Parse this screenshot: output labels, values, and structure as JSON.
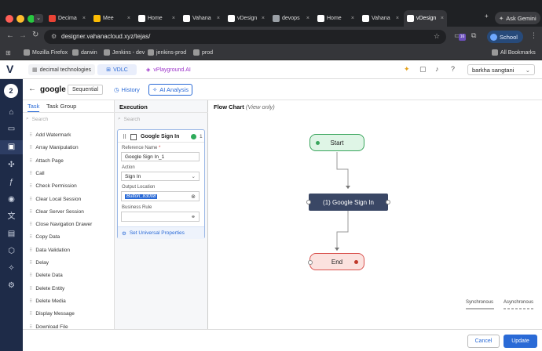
{
  "browser": {
    "tabs": [
      {
        "label": "Decima",
        "color": "#ea4335"
      },
      {
        "label": "Mee",
        "color": "#fbbc04"
      },
      {
        "label": "Home",
        "color": "#ffffff"
      },
      {
        "label": "Vahana",
        "color": "#ffffff"
      },
      {
        "label": "vDesign",
        "color": "#ffffff"
      },
      {
        "label": "devops",
        "color": "#9aa0a6"
      },
      {
        "label": "Home",
        "color": "#ffffff"
      },
      {
        "label": "Vahana",
        "color": "#ffffff"
      },
      {
        "label": "vDesign",
        "color": "#ffffff"
      }
    ],
    "active_tab_index": 8,
    "ask_gemini": "Ask Gemini",
    "url": "designer.vahanacloud.xyz/tejas/",
    "profile_label": "School",
    "bookmarks": [
      "Mozilla Firefox",
      "darwin",
      "Jenkins - dev",
      "jenkins-prod",
      "prod"
    ],
    "all_bookmarks": "All Bookmarks"
  },
  "app": {
    "org": "decimal technologies",
    "vdlc": "VDLC",
    "playground": "vPlayground.AI",
    "user": "barkha sangtani"
  },
  "subbar": {
    "step": "2",
    "title": "google",
    "mode": "Sequential",
    "history": "History",
    "ai_analysis": "AI Analysis"
  },
  "tasks": {
    "tab_task": "Task",
    "tab_group": "Task Group",
    "search_placeholder": "Search",
    "items": [
      "Add Watermark",
      "Array Manipulation",
      "Attach Page",
      "Call",
      "Check Permission",
      "Clear Local Session",
      "Clear Server Session",
      "Close Navigation Drawer",
      "Copy Data",
      "Data Validation",
      "Delay",
      "Delete Data",
      "Delete Entity",
      "Delete Media",
      "Display Message",
      "Download File"
    ]
  },
  "execution": {
    "title": "Execution",
    "search_placeholder": "Search",
    "card_title": "Google Sign In",
    "card_count": "1",
    "ref_label": "Reference Name",
    "ref_value": "Google Sign In_1",
    "action_label": "Action",
    "action_value": "Sign In",
    "output_label": "Output Location",
    "output_value": "Button_83008",
    "rule_label": "Business Rule",
    "rule_value": "",
    "universal": "Set Universal Properties"
  },
  "flow": {
    "title": "Flow Chart",
    "subtitle": "(View only)",
    "start": "Start",
    "task": "(1) Google Sign In",
    "end": "End",
    "legend_sync": "Synchronous",
    "legend_async": "Asynchronous"
  },
  "footer": {
    "cancel": "Cancel",
    "update": "Update"
  },
  "colors": {
    "nav": "#1e2b48",
    "accent": "#2a6ad6",
    "start_fill": "#dff5e6",
    "start_border": "#3aa55d",
    "end_fill": "#fbe2df",
    "end_border": "#d9534f",
    "task_fill": "#3a4765"
  }
}
